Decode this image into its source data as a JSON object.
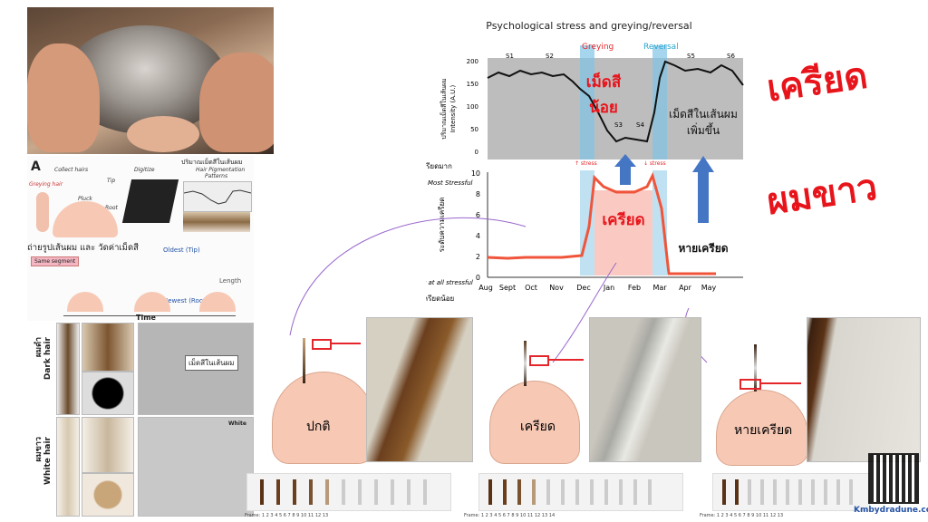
{
  "chart_title": "Psychological stress and greying/reversal",
  "top_panel": {
    "y_label_thai": "ปริมาณเม็ดสีในเส้นผม",
    "y_label_en": "Intensity (A.U.)",
    "y_ticks": [
      "200",
      "150",
      "100",
      "50",
      "0"
    ],
    "segments": [
      "S1",
      "S2",
      "S3",
      "S4",
      "S5",
      "S6"
    ],
    "greying_label": "Greying",
    "reversal_label": "Reversal",
    "pigment_less_1": "เม็ดสี",
    "pigment_less_2": "น้อย",
    "pigment_more_1": "เม็ดสีในเส้นผม",
    "pigment_more_2": "เพิ่มขึ้น"
  },
  "bottom_panel": {
    "y_label_thai": "ระดับความเครียด",
    "most_stressed_thai": "เครียดมาก",
    "most_stressful_en": "Most Stressful",
    "not_stressful_en": "Not at all stressful",
    "least_stressed_thai": "เครียดน้อย",
    "y_ticks": [
      "10",
      "8",
      "6",
      "4",
      "2",
      "0"
    ],
    "months": [
      "Aug",
      "Sept",
      "Oct",
      "Nov",
      "Dec",
      "Jan",
      "Feb",
      "Mar",
      "Apr",
      "May"
    ],
    "stress_up": "↑ stress",
    "stress_down": "↓ stress",
    "stressed_center": "เครียด",
    "relief_label": "หายเครียด"
  },
  "right_titles": {
    "stress": "เครียด",
    "white_hair": "ผมขาว"
  },
  "panel_a": {
    "letter": "A",
    "collect_hairs": "Collect hairs",
    "digitize": "Digitize",
    "pigment_thai": "ปริมาณเม็ดสีในเส้นผม",
    "pigment_en_1": "Hair Pigmentation",
    "pigment_en_2": "Patterns",
    "greying_hair": "Greying hair",
    "pluck": "Pluck",
    "tip": "Tip",
    "root": "Root",
    "photo_measure_thai": "ถ่ายรูปเส้นผม และ วัดค่าเม็ดสี",
    "oldest": "Oldest (Tip)",
    "same_segment": "Same segment",
    "newest": "Newest (Root)",
    "length": "Length",
    "time": "Time"
  },
  "micro_panel": {
    "dark_thai": "ผมดำ",
    "dark_en": "Dark hair",
    "white_thai": "ผมขาว",
    "white_en": "White hair",
    "pigment_callout": "เม็ดสีในเส้นผม",
    "white_tag": "White"
  },
  "heads": [
    {
      "label": "ปกติ"
    },
    {
      "label": "เครียด"
    },
    {
      "label": "หายเครียด"
    }
  ],
  "frames_label": "Frame:",
  "frame_numbers_1": [
    "1",
    "2",
    "3",
    "4",
    "5",
    "6",
    "7",
    "8",
    "9",
    "10",
    "11",
    "12",
    "13"
  ],
  "frame_numbers_2": [
    "1",
    "2",
    "3",
    "4",
    "5",
    "6",
    "7",
    "8",
    "9",
    "10",
    "11",
    "12",
    "13",
    "14"
  ],
  "frame_numbers_3": [
    "1",
    "2",
    "3",
    "4",
    "5",
    "6",
    "7",
    "8",
    "9",
    "10",
    "11",
    "12",
    "13"
  ],
  "website": "Kmbydradune.com",
  "colors": {
    "red_title": "#e8141b",
    "stress_line": "#f0553b",
    "blue_arrow": "#4576c4",
    "greying_red": "#e4262b",
    "reversal_cyan": "#29a6cf"
  }
}
